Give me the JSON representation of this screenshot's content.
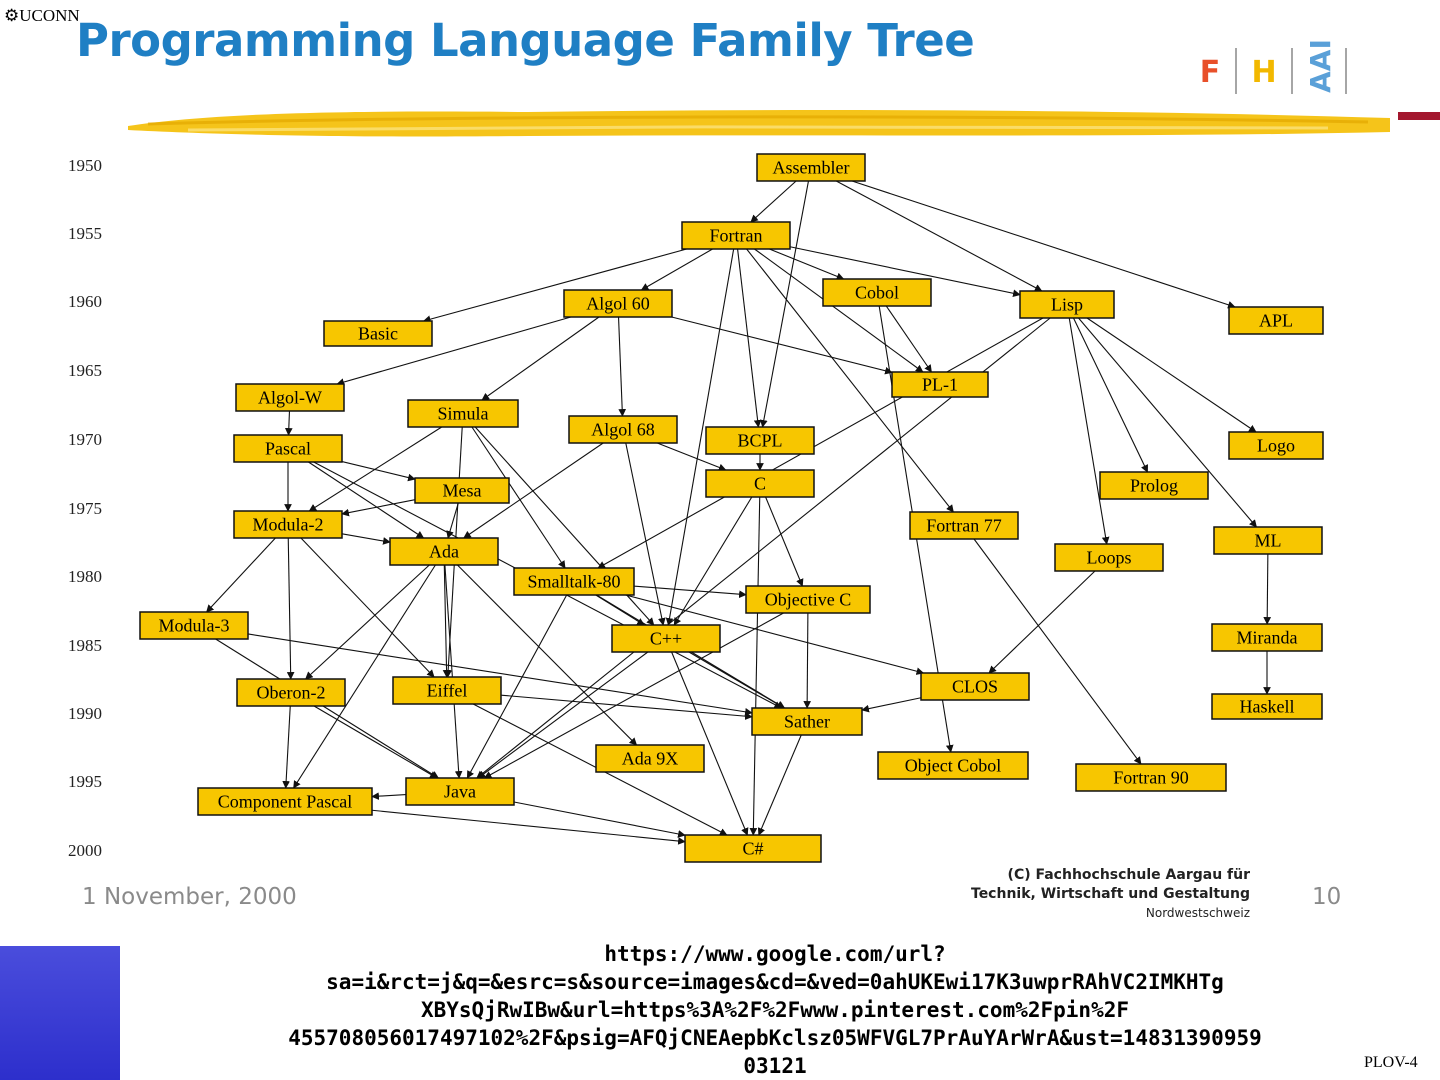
{
  "header": {
    "uconn_label": "UCONN",
    "title": "Programming Language Family Tree",
    "logo_letters": [
      "F",
      "H",
      "AAI"
    ]
  },
  "years": [
    "1950",
    "1955",
    "1960",
    "1965",
    "1970",
    "1975",
    "1980",
    "1985",
    "1990",
    "1995",
    "2000"
  ],
  "nodes": [
    {
      "id": "assembler",
      "label": "Assembler"
    },
    {
      "id": "fortran",
      "label": "Fortran"
    },
    {
      "id": "algol60",
      "label": "Algol 60"
    },
    {
      "id": "cobol",
      "label": "Cobol"
    },
    {
      "id": "lisp",
      "label": "Lisp"
    },
    {
      "id": "apl",
      "label": "APL"
    },
    {
      "id": "basic",
      "label": "Basic"
    },
    {
      "id": "pl1",
      "label": "PL-1"
    },
    {
      "id": "algolw",
      "label": "Algol-W"
    },
    {
      "id": "simula",
      "label": "Simula"
    },
    {
      "id": "algol68",
      "label": "Algol 68"
    },
    {
      "id": "bcpl",
      "label": "BCPL"
    },
    {
      "id": "logo",
      "label": "Logo"
    },
    {
      "id": "pascal",
      "label": "Pascal"
    },
    {
      "id": "mesa",
      "label": "Mesa"
    },
    {
      "id": "c",
      "label": "C"
    },
    {
      "id": "prolog",
      "label": "Prolog"
    },
    {
      "id": "modula2",
      "label": "Modula-2"
    },
    {
      "id": "fortran77",
      "label": "Fortran 77"
    },
    {
      "id": "ml",
      "label": "ML"
    },
    {
      "id": "ada",
      "label": "Ada"
    },
    {
      "id": "loops",
      "label": "Loops"
    },
    {
      "id": "smalltalk80",
      "label": "Smalltalk-80"
    },
    {
      "id": "objectivec",
      "label": "Objective C"
    },
    {
      "id": "modula3",
      "label": "Modula-3"
    },
    {
      "id": "cpp",
      "label": "C++"
    },
    {
      "id": "miranda",
      "label": "Miranda"
    },
    {
      "id": "oberon2",
      "label": "Oberon-2"
    },
    {
      "id": "eiffel",
      "label": "Eiffel"
    },
    {
      "id": "clos",
      "label": "CLOS"
    },
    {
      "id": "haskell",
      "label": "Haskell"
    },
    {
      "id": "sather",
      "label": "Sather"
    },
    {
      "id": "ada9x",
      "label": "Ada 9X"
    },
    {
      "id": "objectcobol",
      "label": "Object Cobol"
    },
    {
      "id": "fortran90",
      "label": "Fortran 90"
    },
    {
      "id": "java",
      "label": "Java"
    },
    {
      "id": "componentpascal",
      "label": "Component Pascal"
    },
    {
      "id": "csharp",
      "label": "C#"
    }
  ],
  "edges": [
    [
      "assembler",
      "fortran"
    ],
    [
      "assembler",
      "lisp"
    ],
    [
      "assembler",
      "apl"
    ],
    [
      "assembler",
      "bcpl"
    ],
    [
      "fortran",
      "basic"
    ],
    [
      "fortran",
      "algol60"
    ],
    [
      "fortran",
      "cobol"
    ],
    [
      "fortran",
      "lisp"
    ],
    [
      "fortran",
      "pl1"
    ],
    [
      "fortran",
      "bcpl"
    ],
    [
      "fortran",
      "fortran77"
    ],
    [
      "fortran",
      "cpp"
    ],
    [
      "algol60",
      "algolw"
    ],
    [
      "algol60",
      "simula"
    ],
    [
      "algol60",
      "algol68"
    ],
    [
      "algol60",
      "pl1"
    ],
    [
      "cobol",
      "pl1"
    ],
    [
      "cobol",
      "objectcobol"
    ],
    [
      "lisp",
      "logo"
    ],
    [
      "lisp",
      "prolog"
    ],
    [
      "lisp",
      "ml"
    ],
    [
      "lisp",
      "loops"
    ],
    [
      "lisp",
      "smalltalk80"
    ],
    [
      "lisp",
      "java"
    ],
    [
      "algolw",
      "pascal"
    ],
    [
      "simula",
      "modula2"
    ],
    [
      "simula",
      "smalltalk80"
    ],
    [
      "simula",
      "cpp"
    ],
    [
      "simula",
      "eiffel"
    ],
    [
      "algol68",
      "c"
    ],
    [
      "algol68",
      "ada"
    ],
    [
      "algol68",
      "cpp"
    ],
    [
      "bcpl",
      "c"
    ],
    [
      "pascal",
      "mesa"
    ],
    [
      "pascal",
      "modula2"
    ],
    [
      "pascal",
      "ada"
    ],
    [
      "pascal",
      "sather"
    ],
    [
      "mesa",
      "modula2"
    ],
    [
      "mesa",
      "ada"
    ],
    [
      "c",
      "cpp"
    ],
    [
      "c",
      "objectivec"
    ],
    [
      "c",
      "csharp"
    ],
    [
      "modula2",
      "ada"
    ],
    [
      "modula2",
      "modula3"
    ],
    [
      "modula2",
      "oberon2"
    ],
    [
      "modula2",
      "eiffel"
    ],
    [
      "ada",
      "oberon2"
    ],
    [
      "ada",
      "eiffel"
    ],
    [
      "ada",
      "ada9x"
    ],
    [
      "ada",
      "java"
    ],
    [
      "ada",
      "componentpascal"
    ],
    [
      "fortran77",
      "fortran90"
    ],
    [
      "ml",
      "miranda"
    ],
    [
      "miranda",
      "haskell"
    ],
    [
      "loops",
      "clos"
    ],
    [
      "smalltalk80",
      "objectivec"
    ],
    [
      "smalltalk80",
      "cpp"
    ],
    [
      "smalltalk80",
      "clos"
    ],
    [
      "smalltalk80",
      "sather"
    ],
    [
      "smalltalk80",
      "java"
    ],
    [
      "objectivec",
      "sather"
    ],
    [
      "objectivec",
      "java"
    ],
    [
      "modula3",
      "sather"
    ],
    [
      "modula3",
      "java"
    ],
    [
      "cpp",
      "java"
    ],
    [
      "cpp",
      "sather"
    ],
    [
      "cpp",
      "csharp"
    ],
    [
      "clos",
      "sather"
    ],
    [
      "eiffel",
      "sather"
    ],
    [
      "eiffel",
      "csharp"
    ],
    [
      "oberon2",
      "java"
    ],
    [
      "oberon2",
      "componentpascal"
    ],
    [
      "sather",
      "csharp"
    ],
    [
      "java",
      "componentpascal"
    ],
    [
      "java",
      "csharp"
    ],
    [
      "componentpascal",
      "csharp"
    ]
  ],
  "footer": {
    "date": "1 November, 2000",
    "copyright_line1": "(C) Fachhochschule Aargau für",
    "copyright_line2": "Technik, Wirtschaft und Gestaltung",
    "copyright_line3": "Nordwestschweiz",
    "page_number": "10",
    "source_url": "https://www.google.com/url?sa=i&rct=j&q=&esrc=s&source=images&cd=&ved=0ahUKEwi17K3uwprRAhVC2IMKHTgXBYsQjRwIBw&url=https%3A%2F%2Fwww.pinterest.com%2Fpin%2F455708056017497102%2F&psig=AFQjCNEAepbKclsz05WFVGL7PrAuYArWrA&ust=1483139095903121",
    "slide_code": "PLOV-4"
  },
  "colors": {
    "title": "#1f7fc4",
    "node_fill": "#f7c600",
    "brush": "#f5c41a",
    "red_bar": "#a3172e",
    "blue_box": "#3a3dd6",
    "logo_f": "#e8502a",
    "logo_h": "#f2b800",
    "logo_aai": "#5aa0d8"
  }
}
